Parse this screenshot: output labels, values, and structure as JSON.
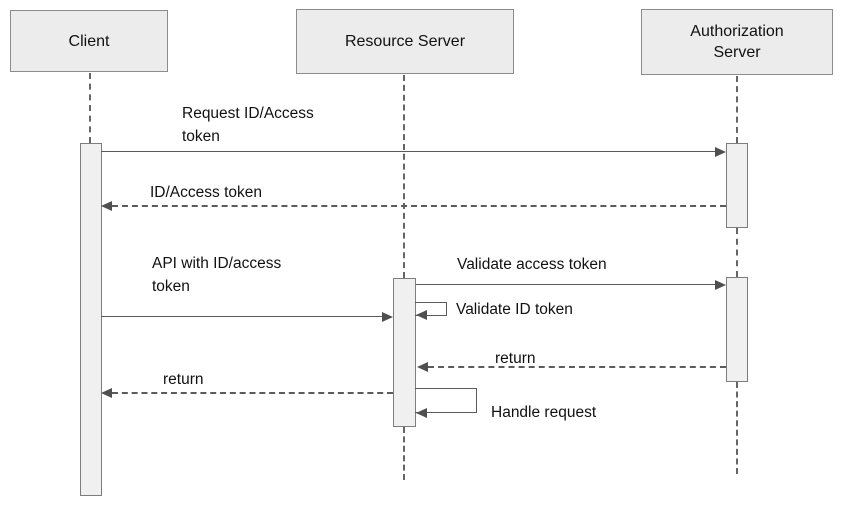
{
  "diagram": {
    "type": "uml-sequence-diagram",
    "actors": [
      {
        "id": "client",
        "name": "Client"
      },
      {
        "id": "resource-server",
        "name": "Resource Server"
      },
      {
        "id": "authorization-server",
        "name": "Authorization Server"
      }
    ],
    "messages": [
      {
        "from": "Client",
        "to": "Authorization Server",
        "style": "solid",
        "label_lines": [
          "Request ID/Access",
          "token"
        ]
      },
      {
        "from": "Authorization Server",
        "to": "Client",
        "style": "dashed",
        "label_lines": [
          "ID/Access token"
        ]
      },
      {
        "from": "Client",
        "to": "Resource Server",
        "style": "solid",
        "label_lines": [
          "API with ID/access",
          "token"
        ]
      },
      {
        "from": "Resource Server",
        "to": "Authorization Server",
        "style": "solid",
        "label_lines": [
          "Validate access token"
        ]
      },
      {
        "from": "Resource Server",
        "to": "Resource Server",
        "style": "self",
        "label_lines": [
          "Validate ID token"
        ]
      },
      {
        "from": "Authorization Server",
        "to": "Resource Server",
        "style": "dashed",
        "label_lines": [
          "return"
        ]
      },
      {
        "from": "Resource Server",
        "to": "Client",
        "style": "dashed",
        "label_lines": [
          "return"
        ]
      },
      {
        "from": "Resource Server",
        "to": "Resource Server",
        "style": "self",
        "label_lines": [
          "Handle request"
        ]
      }
    ],
    "colors": {
      "background": "#ffffff",
      "box_fill": "#ececec",
      "box_border": "#8c8c8c",
      "activation_fill": "#f0f0f0",
      "line": "#5b5b5b",
      "text": "#111111"
    }
  }
}
